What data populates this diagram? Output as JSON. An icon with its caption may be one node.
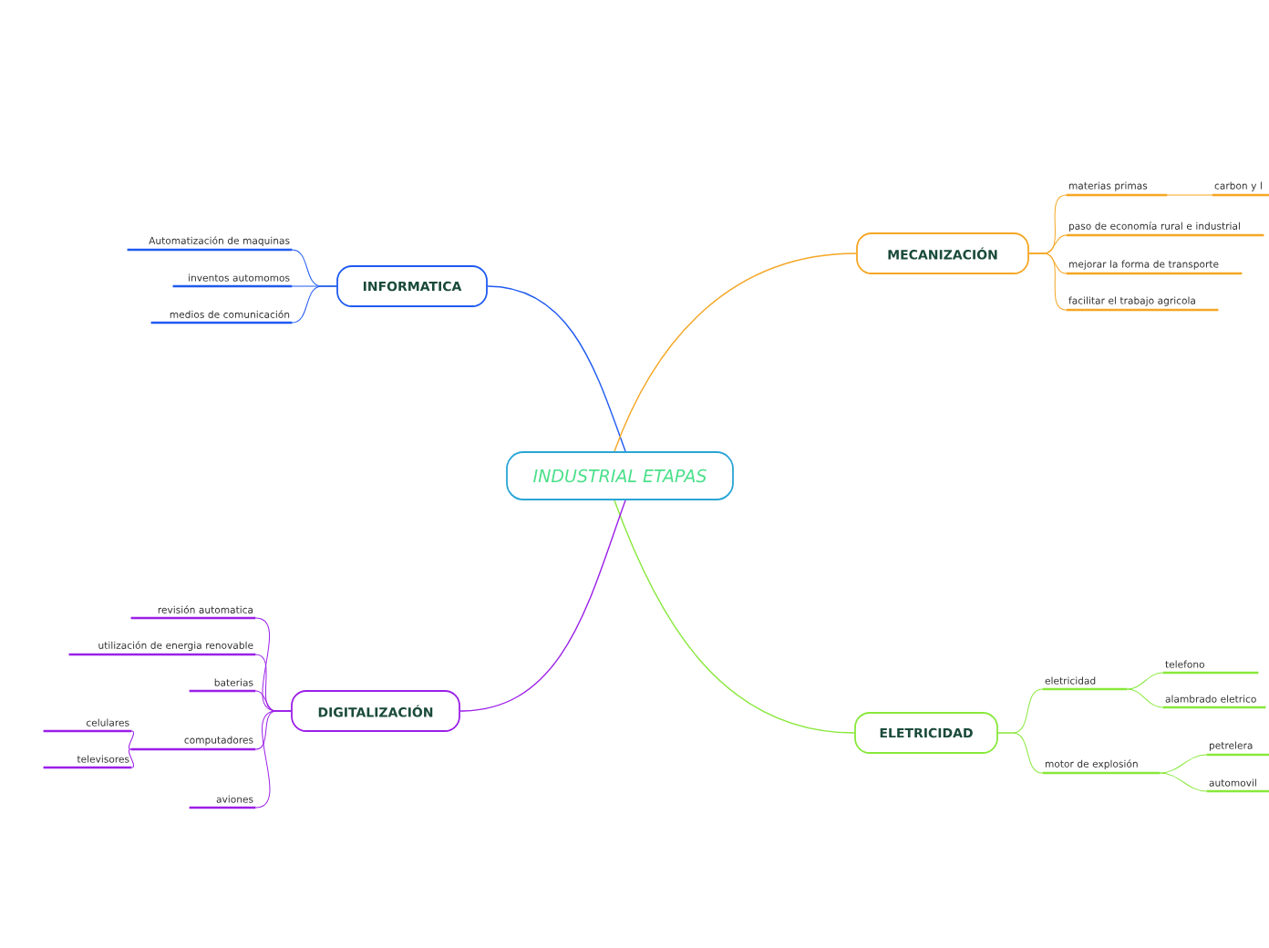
{
  "diagram": {
    "nodes": [
      {
        "text": [
          "INDUSTRIAL ETAPAS"
        ]
      },
      {
        "text": [
          "INFORMATICA"
        ]
      },
      {
        "text": [
          "Automatización de maquinas"
        ]
      },
      {
        "text": [
          "inventos automomos"
        ]
      },
      {
        "text": [
          "medios de comunicación"
        ]
      },
      {
        "text": [
          "MECANIZACIÓN"
        ]
      },
      {
        "text": [
          "materias primas"
        ]
      },
      {
        "text": [
          "carbon y l"
        ]
      },
      {
        "text": [
          "paso de economía rural e industrial"
        ]
      },
      {
        "text": [
          "mejorar la forma de transporte"
        ]
      },
      {
        "text": [
          "facilitar el trabajo agricola"
        ]
      },
      {
        "text": [
          "ELETRICIDAD"
        ]
      },
      {
        "text": [
          "eletricidad"
        ]
      },
      {
        "text": [
          "telefono"
        ]
      },
      {
        "text": [
          "alambrado eletrico"
        ]
      },
      {
        "text": [
          "motor de explosión"
        ]
      },
      {
        "text": [
          "petrelera"
        ]
      },
      {
        "text": [
          "automovil"
        ]
      },
      {
        "text": [
          "DIGITALIZACIÓN"
        ]
      },
      {
        "text": [
          "revisión automatica"
        ]
      },
      {
        "text": [
          "utilización de energia renovable"
        ]
      },
      {
        "text": [
          "baterias"
        ]
      },
      {
        "text": [
          "computadores"
        ]
      },
      {
        "text": [
          "celulares"
        ]
      },
      {
        "text": [
          "televisores"
        ]
      },
      {
        "text": [
          "aviones"
        ]
      }
    ],
    "edges": [
      {
        "from": 0,
        "to": 1,
        "arrow": "none",
        "color": "#1f5af0"
      },
      {
        "from": 1,
        "to": 2,
        "arrow": "none",
        "color": "#1f5af0"
      },
      {
        "from": 1,
        "to": 3,
        "arrow": "none",
        "color": "#1f5af0"
      },
      {
        "from": 1,
        "to": 4,
        "arrow": "none",
        "color": "#1f5af0"
      },
      {
        "from": 0,
        "to": 5,
        "arrow": "none",
        "color": "#f5a623"
      },
      {
        "from": 5,
        "to": 6,
        "arrow": "none",
        "color": "#f5a623"
      },
      {
        "from": 6,
        "to": 7,
        "arrow": "none",
        "color": "#f5a623"
      },
      {
        "from": 5,
        "to": 8,
        "arrow": "none",
        "color": "#f5a623"
      },
      {
        "from": 5,
        "to": 9,
        "arrow": "none",
        "color": "#f5a623"
      },
      {
        "from": 5,
        "to": 10,
        "arrow": "none",
        "color": "#f5a623"
      },
      {
        "from": 0,
        "to": 11,
        "arrow": "none",
        "color": "#88e83a"
      },
      {
        "from": 11,
        "to": 12,
        "arrow": "none",
        "color": "#88e83a"
      },
      {
        "from": 12,
        "to": 13,
        "arrow": "none",
        "color": "#88e83a"
      },
      {
        "from": 12,
        "to": 14,
        "arrow": "none",
        "color": "#88e83a"
      },
      {
        "from": 11,
        "to": 15,
        "arrow": "none",
        "color": "#88e83a"
      },
      {
        "from": 15,
        "to": 16,
        "arrow": "none",
        "color": "#88e83a"
      },
      {
        "from": 15,
        "to": 17,
        "arrow": "none",
        "color": "#88e83a"
      },
      {
        "from": 0,
        "to": 18,
        "arrow": "none",
        "color": "#9b1fe8"
      },
      {
        "from": 18,
        "to": 19,
        "arrow": "none",
        "color": "#9b1fe8"
      },
      {
        "from": 18,
        "to": 20,
        "arrow": "none",
        "color": "#9b1fe8"
      },
      {
        "from": 18,
        "to": 21,
        "arrow": "none",
        "color": "#9b1fe8"
      },
      {
        "from": 18,
        "to": 22,
        "arrow": "none",
        "color": "#9b1fe8"
      },
      {
        "from": 22,
        "to": 23,
        "arrow": "none",
        "color": "#9b1fe8"
      },
      {
        "from": 22,
        "to": 24,
        "arrow": "none",
        "color": "#9b1fe8"
      },
      {
        "from": 18,
        "to": 25,
        "arrow": "none",
        "color": "#9b1fe8"
      }
    ]
  }
}
